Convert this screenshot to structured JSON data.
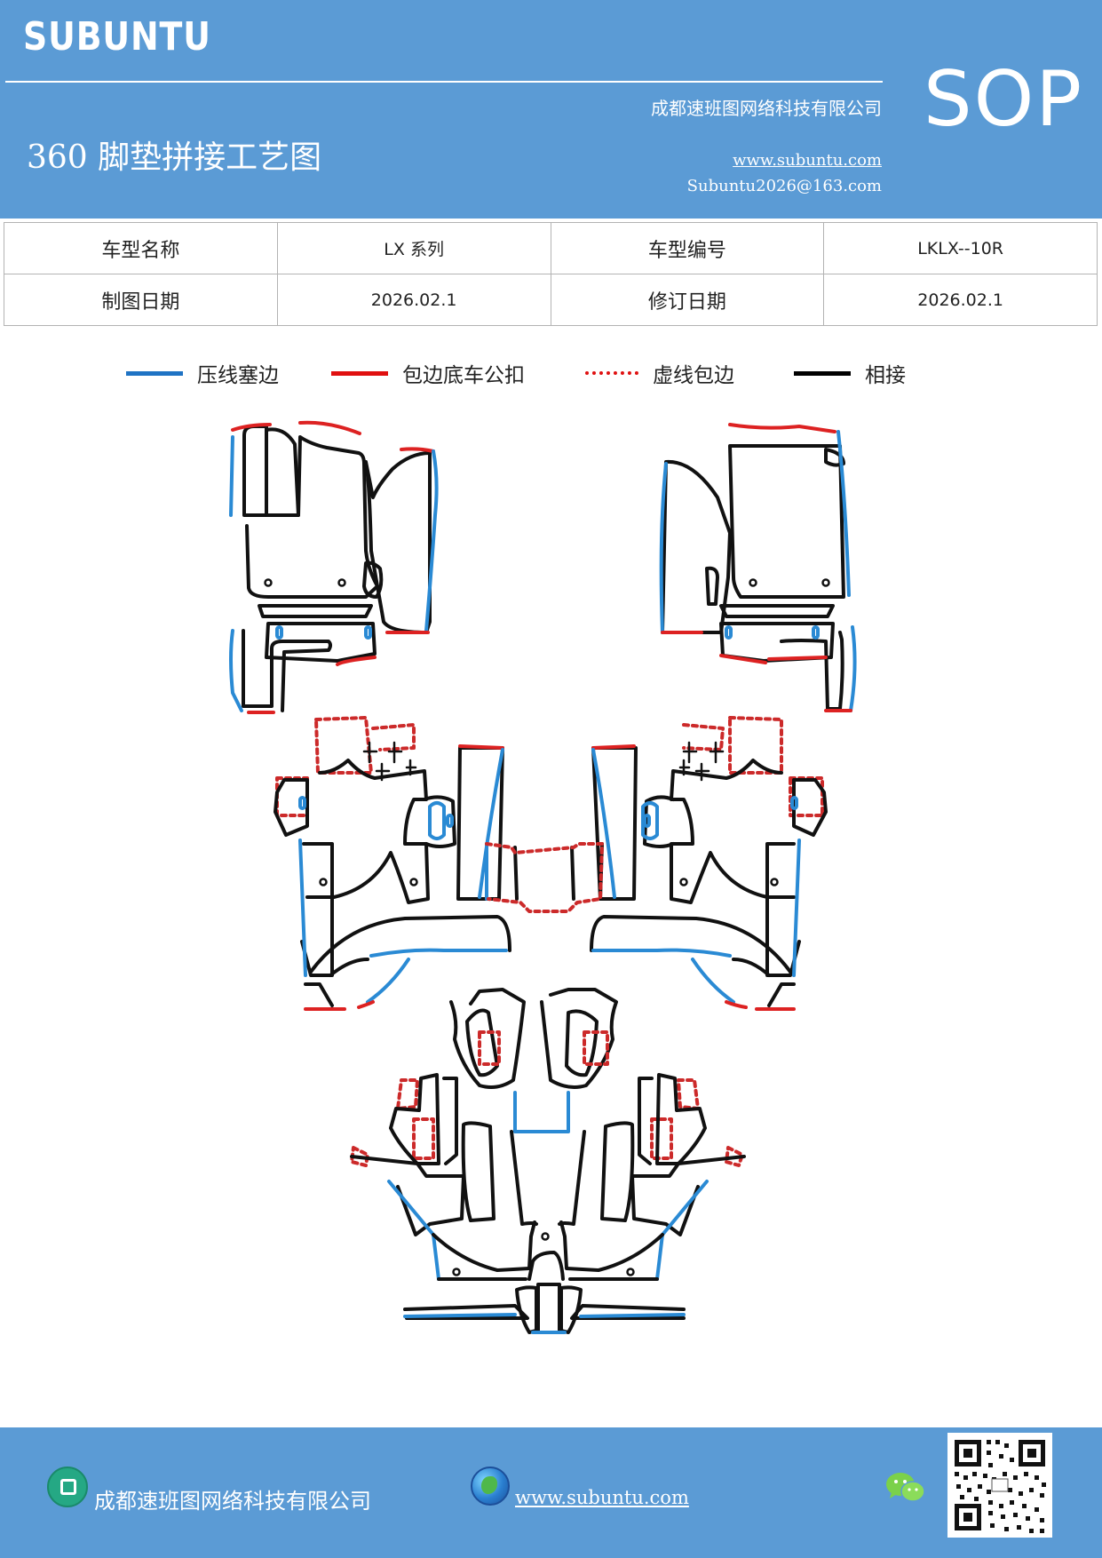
{
  "header": {
    "brand": "SUBUNTU",
    "company": "成都速班图网络科技有限公司",
    "title": "360 脚垫拼接工艺图",
    "website": "www.subuntu.com",
    "email": "Subuntu2026@163.com",
    "badge": "SOP",
    "background_color": "#5b9bd5"
  },
  "info_table": {
    "rows": [
      [
        "车型名称",
        "LX 系列",
        "车型编号",
        "LKLX--10R"
      ],
      [
        "制图日期",
        "2026.02.1",
        "修订日期",
        "2026.02.1"
      ]
    ]
  },
  "legend": [
    {
      "label": "压线塞边",
      "color": "#2a8ad4",
      "style": "solid"
    },
    {
      "label": "包边底车公扣",
      "color": "#dd2222",
      "style": "solid"
    },
    {
      "label": "虚线包边",
      "color": "#cc2a2a",
      "style": "dotted"
    },
    {
      "label": "相接",
      "color": "#111111",
      "style": "solid"
    }
  ],
  "footer": {
    "company": "成都速班图网络科技有限公司",
    "website": "www.subuntu.com",
    "icons": [
      "building-icon",
      "globe-icon",
      "wechat-icon",
      "qr-code"
    ]
  }
}
